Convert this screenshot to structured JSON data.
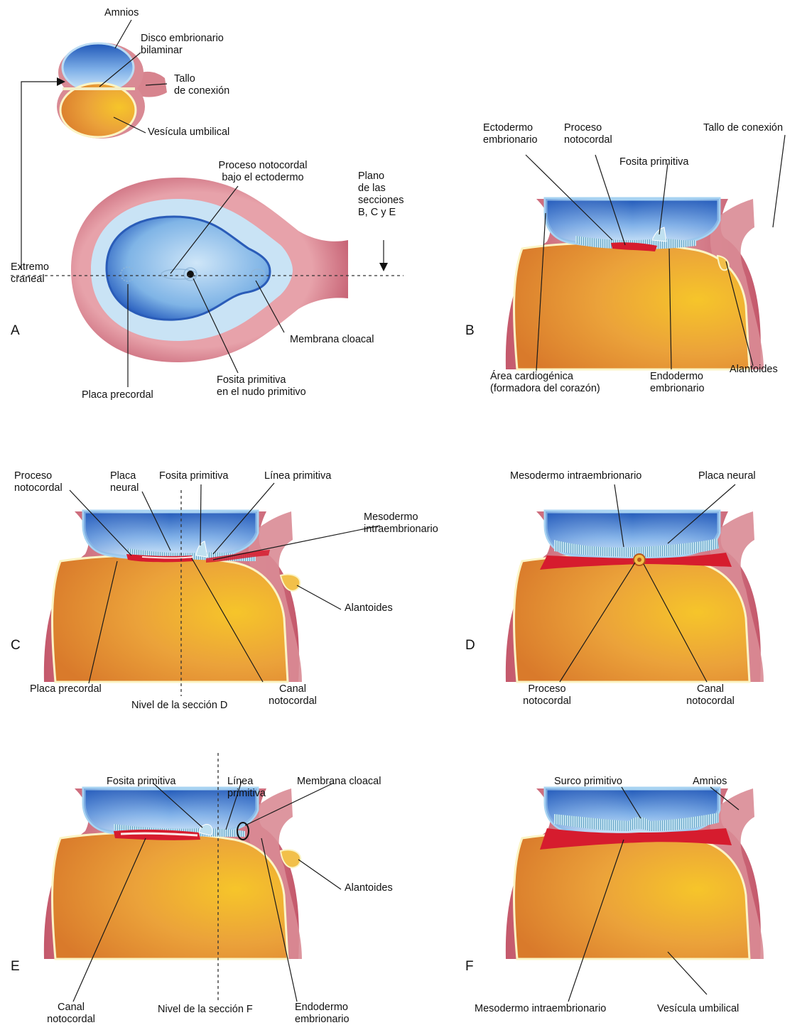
{
  "panel_letters": {
    "a": "A",
    "b": "B",
    "c": "C",
    "d": "D",
    "e": "E",
    "f": "F"
  },
  "panel_a": {
    "amnios": "Amnios",
    "disco": "Disco embrionario\nbilaminar",
    "tallo": "Tallo\nde conexión",
    "vesicula": "Vesícula umbilical",
    "proceso": "Proceso notocordal\nbajo el ectodermo",
    "plano": "Plano\nde las\nsecciones\nB, C y E",
    "extremo": "Extremo\ncraneal",
    "membrana": "Membrana cloacal",
    "fosita": "Fosita primitiva\nen el nudo primitivo",
    "placa": "Placa precordal"
  },
  "panel_b": {
    "ectodermo": "Ectodermo\nembrionario",
    "proceso": "Proceso\nnotocordal",
    "tallo": "Tallo de conexión",
    "fosita": "Fosita primitiva",
    "area": "Área cardiogénica\n(formadora del corazón)",
    "endodermo": "Endodermo\nembrionario",
    "alantoides": "Alantoides"
  },
  "panel_c": {
    "proceso": "Proceso\nnotocordal",
    "placa_neural": "Placa\nneural",
    "fosita": "Fosita primitiva",
    "linea": "Línea primitiva",
    "mesodermo": "Mesodermo\nintraembrionario",
    "alantoides": "Alantoides",
    "placa_precordal": "Placa precordal",
    "nivel": "Nivel de la sección D",
    "canal": "Canal\nnotocordal"
  },
  "panel_d": {
    "mesodermo": "Mesodermo intraembrionario",
    "placa_neural": "Placa neural",
    "proceso": "Proceso\nnotocordal",
    "canal": "Canal\nnotocordal"
  },
  "panel_e": {
    "fosita": "Fosita primitiva",
    "linea": "Línea\nprimitiva",
    "membrana": "Membrana cloacal",
    "alantoides": "Alantoides",
    "canal": "Canal\nnotocordal",
    "nivel": "Nivel de la sección F",
    "endodermo": "Endodermo\nembrionario"
  },
  "panel_f": {
    "surco": "Surco primitivo",
    "amnios": "Amnios",
    "mesodermo": "Mesodermo intraembrionario",
    "vesicula": "Vesícula umbilical"
  }
}
